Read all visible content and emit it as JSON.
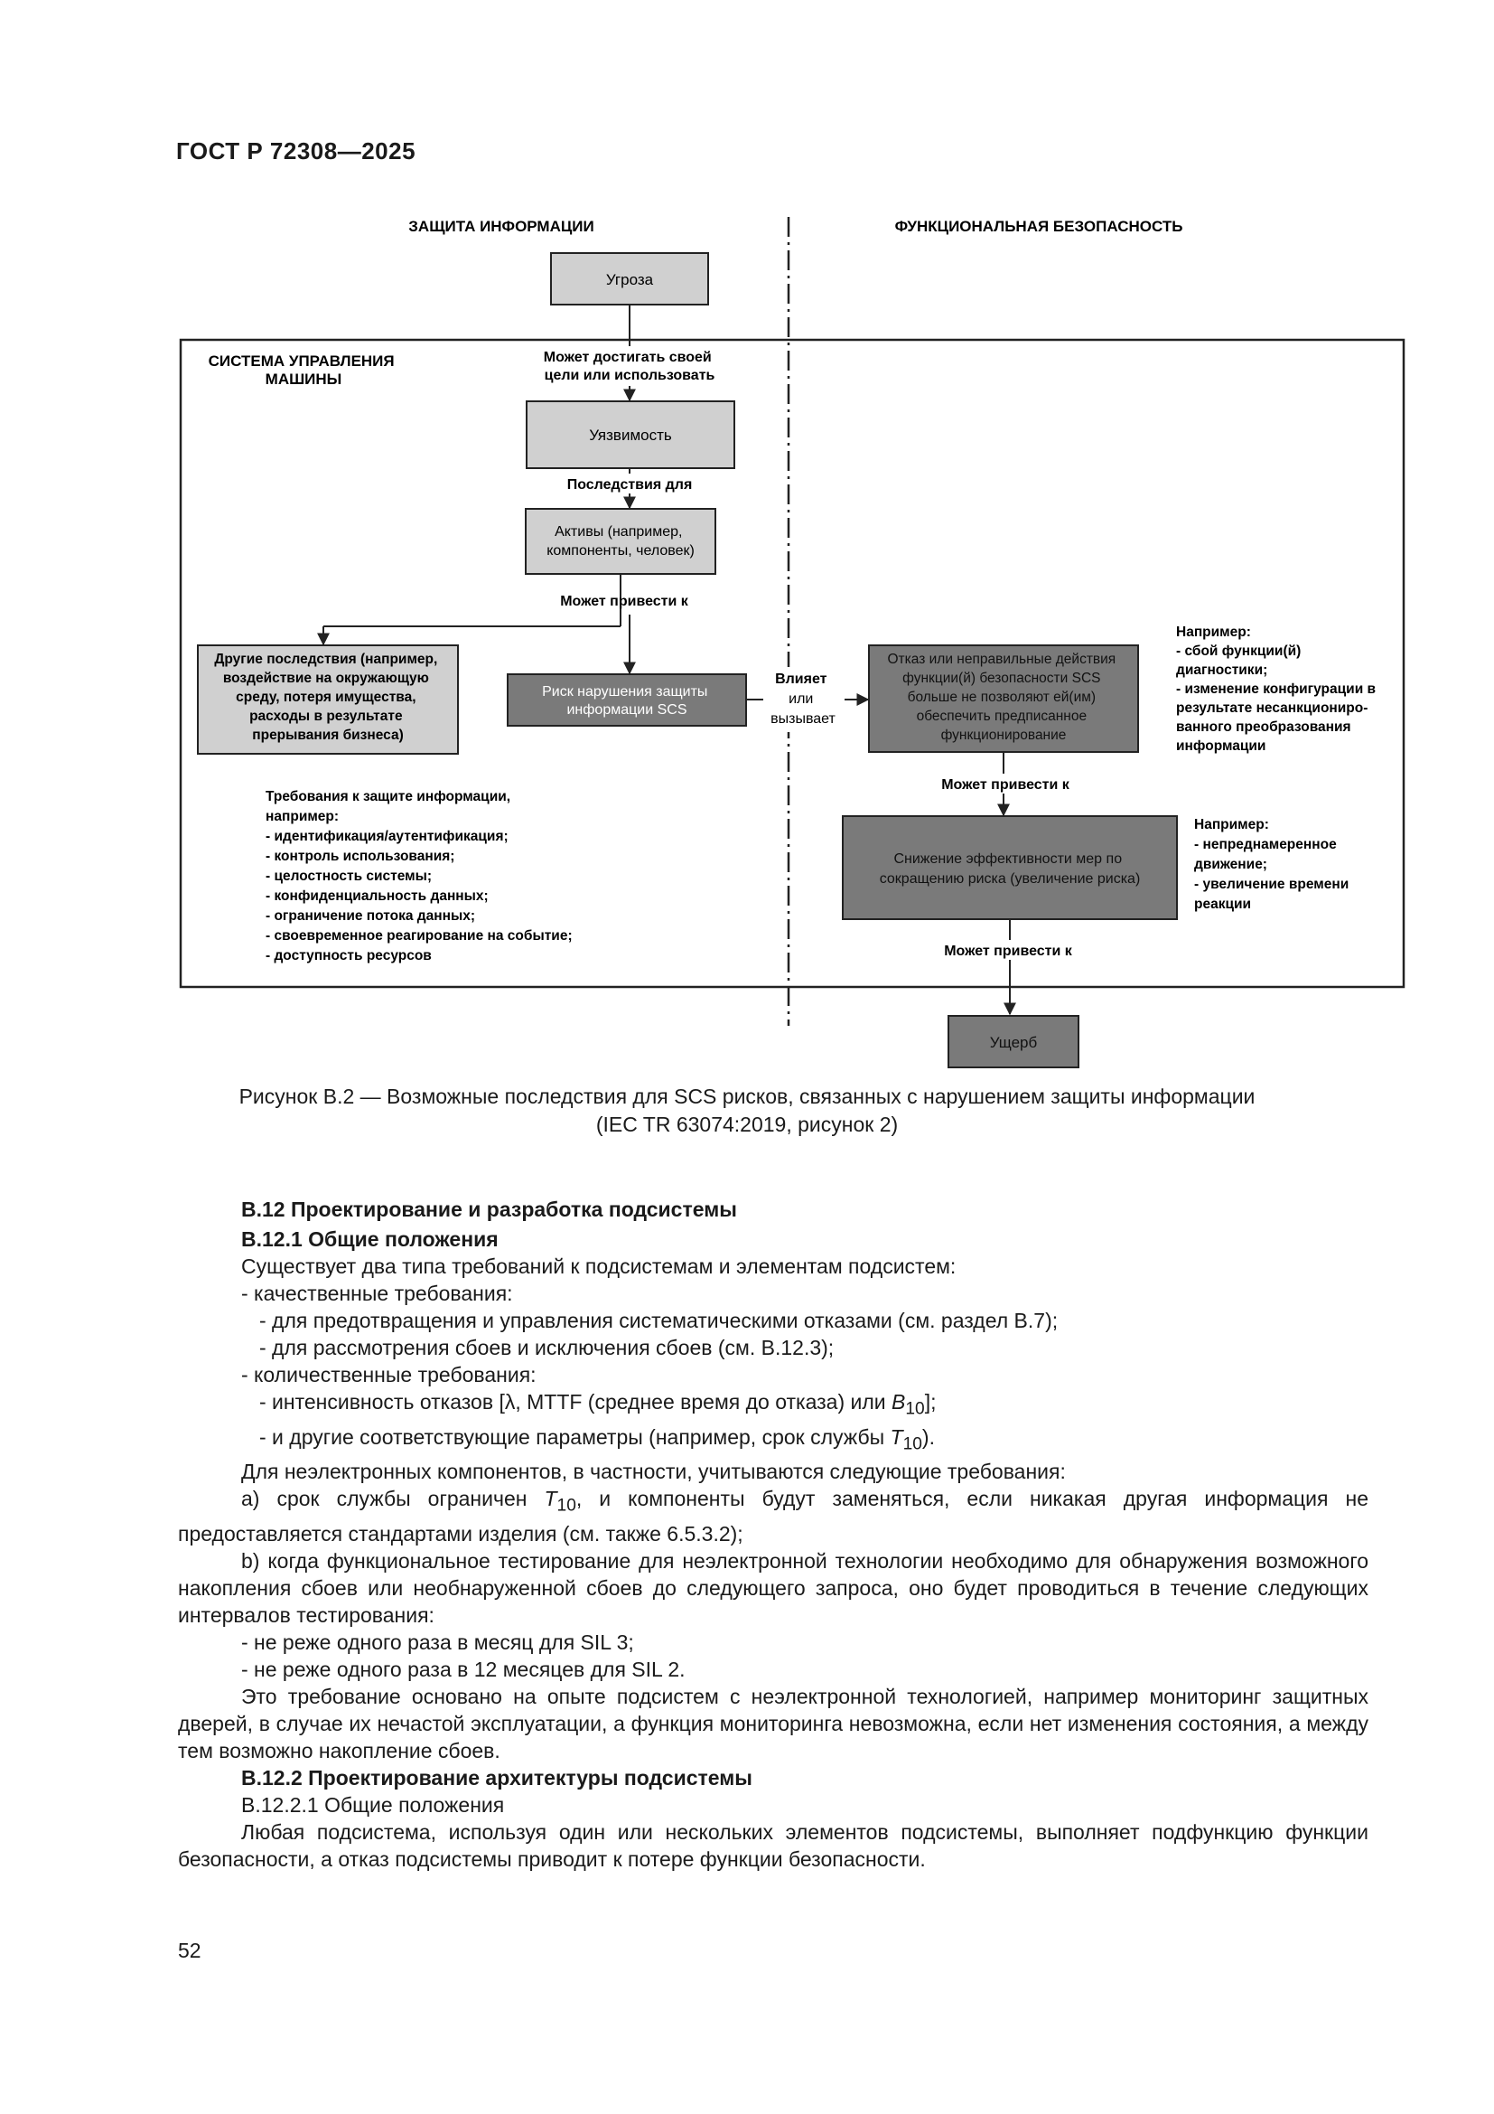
{
  "header": {
    "doc_id": "ГОСТ Р 72308—2025"
  },
  "diagram": {
    "left_title": "ЗАЩИТА ИНФОРМАЦИИ",
    "right_title": "ФУНКЦИОНАЛЬНАЯ БЕЗОПАСНОСТЬ",
    "system_label": [
      "СИСТЕМА УПРАВЛЕНИЯ",
      "МАШИНЫ"
    ],
    "threat": "Угроза",
    "edge_reach": [
      "Может достигать своей",
      "цели или использовать"
    ],
    "vulnerability": "Уязвимость",
    "edge_consequences_for": "Последствия для",
    "assets": [
      "Активы (например,",
      "компоненты, человек)"
    ],
    "edge_may_lead_1": "Может привести к",
    "other_consequences": [
      "Другие последствия (например,",
      "воздействие на окружающую",
      "среду, потеря имущества,",
      "расходы в результате",
      "прерывания бизнеса)"
    ],
    "risk_box": [
      "Риск нарушения защиты",
      "информации SCS"
    ],
    "edge_affects": [
      "Влияет",
      "или",
      "вызывает"
    ],
    "failure_box": [
      "Отказ или неправильные действия",
      "функции(й) безопасности SCS",
      "больше не позволяют ей(им)",
      "обеспечить предписанное",
      "функционирование"
    ],
    "failure_note": [
      "Например:",
      "- сбой функции(й)",
      "диагностики;",
      "- изменение конфигурации в",
      "результате несанкциониро-",
      "ванного преобразования",
      "информации"
    ],
    "edge_may_lead_2": "Может привести к",
    "reduction_box": [
      "Снижение эффективности мер по",
      "сокращению риска (увеличение риска)"
    ],
    "reduction_note": [
      "Например:",
      "- непреднамеренное",
      "движение;",
      "- увеличение времени",
      "реакции"
    ],
    "edge_may_lead_3": "Может привести к",
    "damage": "Ущерб",
    "requirements": [
      "Требования к защите информации,",
      "например:",
      "- идентификация/аутентификация;",
      "- контроль использования;",
      "- целостность системы;",
      "- конфиденциальность данных;",
      "- ограничение потока данных;",
      "- своевременное реагирование на событие;",
      "- доступность ресурсов"
    ]
  },
  "figure_caption": {
    "line1": "Рисунок В.2 — Возможные последствия для SCS рисков, связанных с нарушением защиты информации",
    "line2": "(IEC TR 63074:2019, рисунок 2)"
  },
  "text": {
    "h_b12": "В.12 Проектирование и разработка подсистемы",
    "h_b121": "В.12.1 Общие положения",
    "p1": "Существует два типа требований к подсистемам и элементам подсистем:",
    "p2": "- качественные требования:",
    "p3": "- для предотвращения и управления систематическими отказами (см. раздел В.7);",
    "p4": "- для рассмотрения сбоев и исключения сбоев (см. В.12.3);",
    "p5": "- количественные требования:",
    "p6a": "- интенсивность отказов [λ, MTTF (среднее время до отказа) или ",
    "p6b": "B",
    "p6c": "10",
    "p6d": "];",
    "p7a": "- и другие соответствующие параметры (например, срок службы ",
    "p7b": "T",
    "p7c": "10",
    "p7d": ").",
    "p8": "Для неэлектронных компонентов, в частности, учитываются следующие требования:",
    "p9a": "a) срок службы ограничен ",
    "p9b": "T",
    "p9c": "10",
    "p9d": ", и компоненты будут заменяться, если никакая другая информация не предоставляется стандартами изделия (см. также 6.5.3.2);",
    "p10": "b) когда функциональное тестирование для неэлектронной технологии необходимо для обнаружения возможного накопления сбоев или необнаруженной сбоев до следующего запроса, оно будет проводиться в течение следующих интервалов тестирования:",
    "p11": "- не реже одного раза в месяц для SIL 3;",
    "p12": "- не реже одного раза в 12 месяцев для SIL 2.",
    "p13": "Это требование основано на опыте подсистем с неэлектронной технологией, например мониторинг защитных дверей, в случае их нечастой эксплуатации, а функция мониторинга невозможна, если нет изменения состояния, а между тем возможно накопление сбоев.",
    "h_b122": "В.12.2 Проектирование архитектуры подсистемы",
    "h_b1221": "В.12.2.1 Общие положения",
    "p14": "Любая подсистема, используя один или нескольких элементов подсистемы, выполняет подфункцию функции безопасности, а отказ подсистемы приводит к потере функции безопасности."
  },
  "page_number": "52"
}
